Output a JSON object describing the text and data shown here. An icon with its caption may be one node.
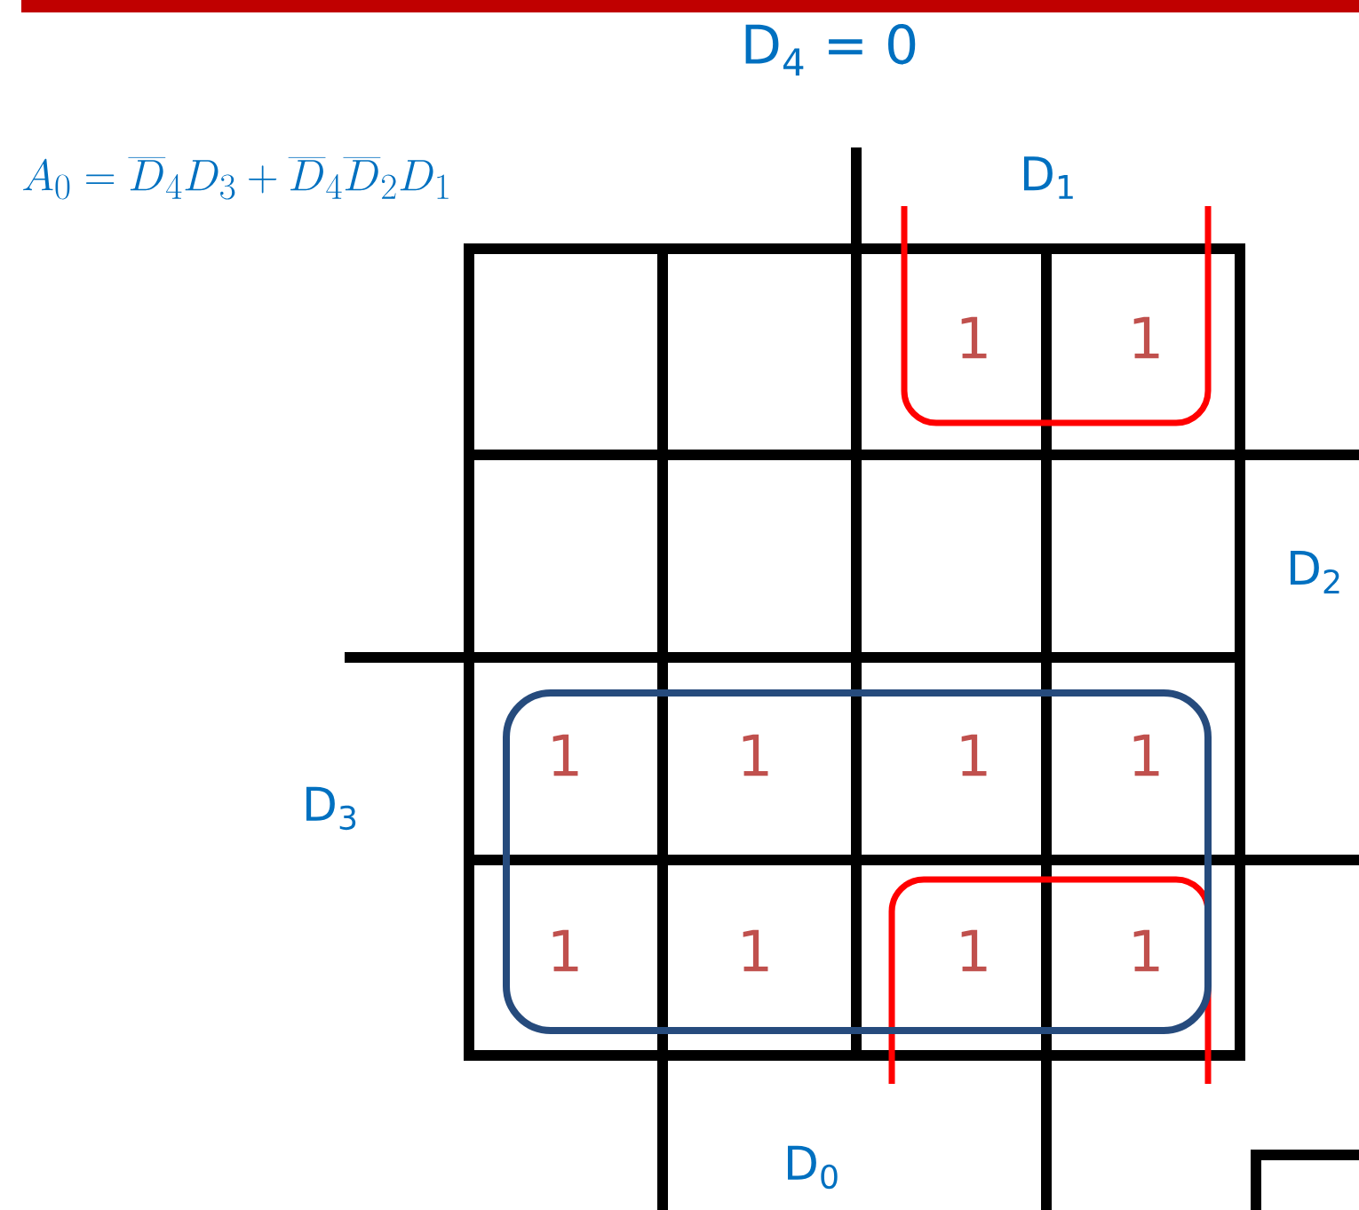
{
  "diagram": {
    "title": "A_0=\\overline{D}_4D_3+\\overline{D}_4\\overline{D}_2D_1",
    "labels": [
      "D$_{4}$ = 0",
      "D$_{1}$",
      "D$_{2}$",
      "D$_{3}$",
      "D$_{0}$",
      "1",
      "1",
      "1",
      "1",
      "1",
      "1",
      "1",
      "1",
      "1",
      "1"
    ]
  }
}
